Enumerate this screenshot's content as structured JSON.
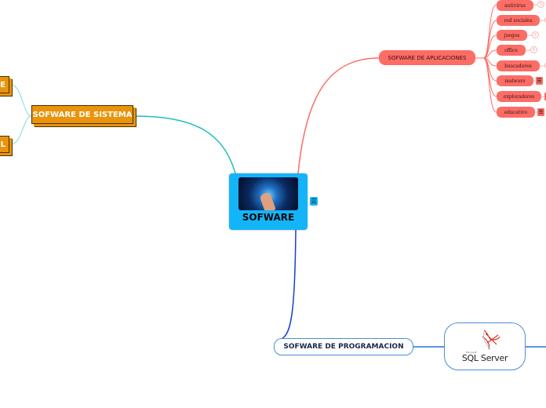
{
  "central": {
    "title": "SOFWARE",
    "image": "technology-touch-image",
    "note_icon": "note-icon"
  },
  "sistema": {
    "label": "SOFWARE DE SISTEMA",
    "children": [
      {
        "label": "E"
      },
      {
        "label": "L"
      }
    ]
  },
  "aplicaciones": {
    "label": "SOFWARE DE APLICACIONES",
    "children": [
      {
        "label": "antivirus",
        "badge": "5"
      },
      {
        "label": "red sociales",
        "badge": ""
      },
      {
        "label": "juegos",
        "badge": "5"
      },
      {
        "label": "office",
        "badge": "6"
      },
      {
        "label": "buscadores",
        "badge": ""
      },
      {
        "label": "malware",
        "note": true
      },
      {
        "label": "exploradores",
        "note": true
      },
      {
        "label": "educativo",
        "note": true
      }
    ]
  },
  "programacion": {
    "label": "SOFWARE DE PROGRAMACION",
    "child_logo": {
      "brand": "Microsoft",
      "text": "SQL Server"
    }
  },
  "colors": {
    "central": "#14b4f8",
    "sistema": "#e8940c",
    "aplicaciones": "#fc6d66",
    "programacion": "#4a8fd6",
    "sistema_link": "#26c0c0"
  }
}
